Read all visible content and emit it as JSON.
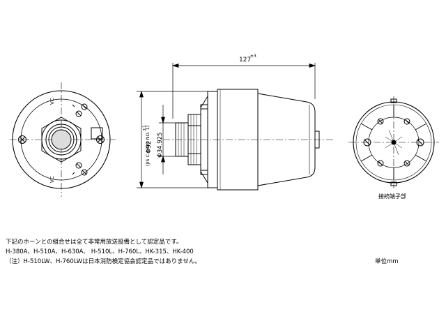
{
  "drawing": {
    "dimension_length": "127",
    "dimension_length_tolerance": "±3",
    "dimension_diameter": "Φ92",
    "dimension_diameter_tolerance": "±1",
    "thread_standard": "(JIS C 5504 NO. 1)",
    "thread_diameter": "Φ34.925",
    "terminal_vc_top": "VC",
    "terminal_vc_bottom": "VC",
    "terminal_label": "接続端子部"
  },
  "notes": {
    "line1": "下記のホーンとの組合せは全て非常用放送設備として認定品です。",
    "line2": "H-380A、H-510A、H-630A、 H-510L、H-760L、HK-315、HK-400",
    "line3": "（注）H-510LW、H-760LWは日本消防検定協会認定品ではありません。",
    "unit": "単位mm"
  }
}
